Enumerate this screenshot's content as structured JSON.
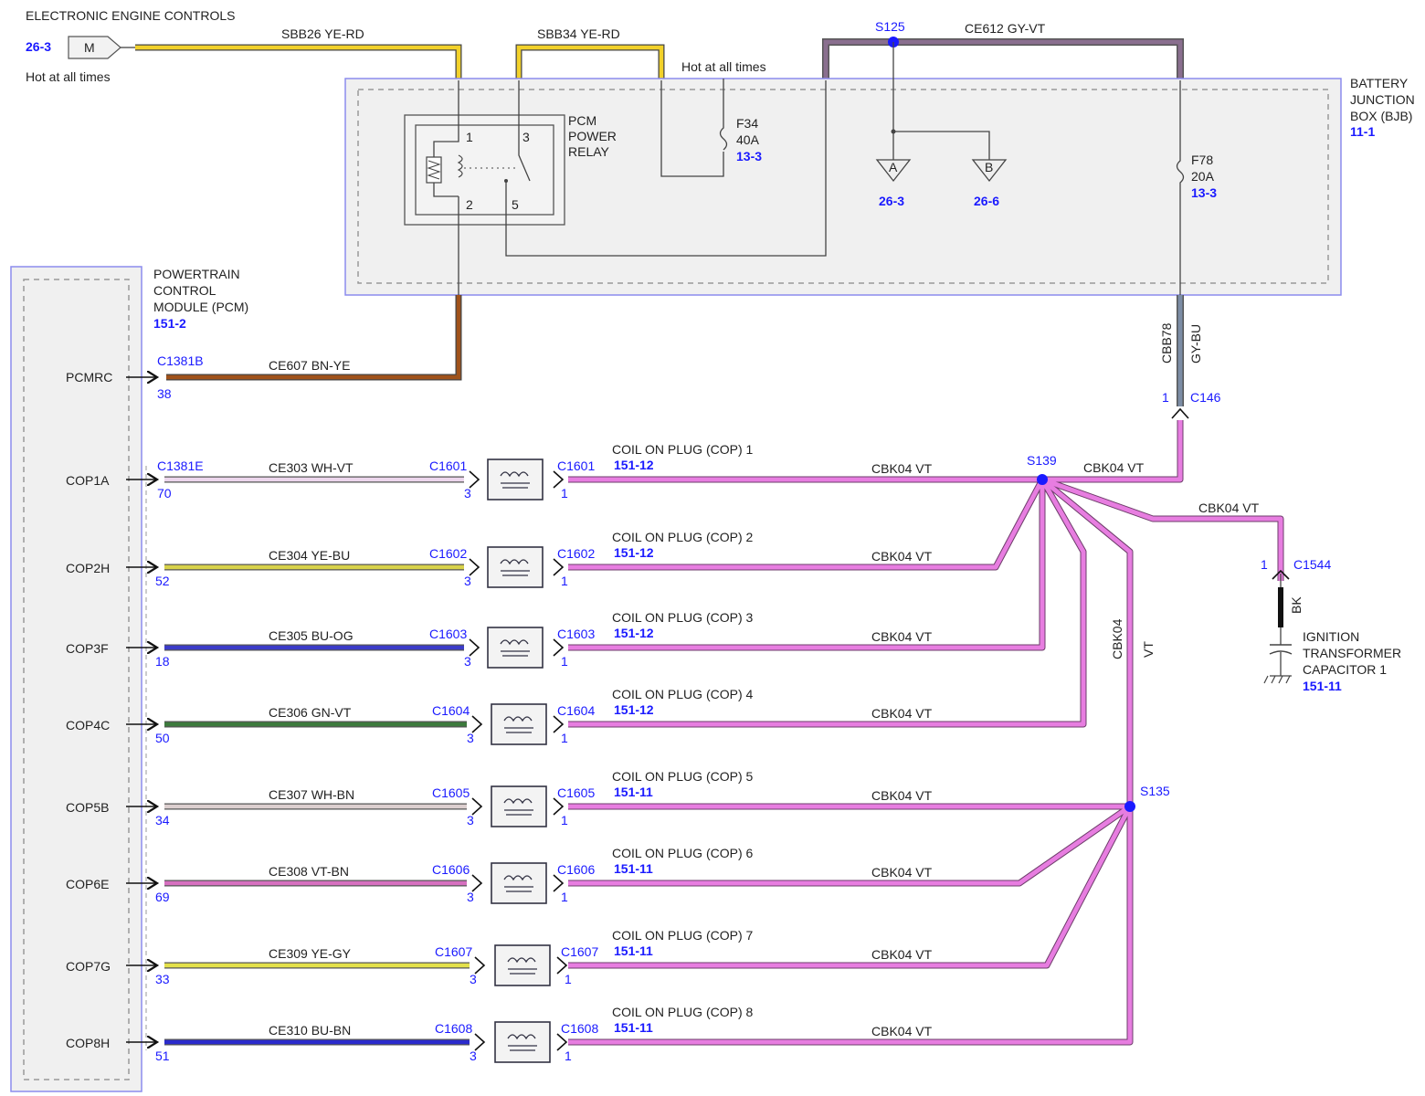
{
  "header": {
    "title": "ELECTRONIC ENGINE CONTROLS",
    "page_ref": "26-3",
    "source_label": "M",
    "hot_note": "Hot at all times"
  },
  "top_wires": {
    "sbb26": "SBB26   YE-RD",
    "sbb34": "SBB34   YE-RD",
    "hot_note": "Hot at all times",
    "splice_s125": "S125",
    "ce612": "CE612   GY-VT"
  },
  "bjb": {
    "title_lines": [
      "BATTERY",
      "JUNCTION",
      "BOX (BJB)"
    ],
    "ref": "11-1",
    "relay_lines": [
      "PCM",
      "POWER",
      "RELAY"
    ],
    "relay_pins": [
      "1",
      "3",
      "2",
      "5"
    ],
    "fuse_f34": [
      "F34",
      "40A"
    ],
    "fuse_f34_ref": "13-3",
    "fuse_f78": [
      "F78",
      "20A"
    ],
    "fuse_f78_ref": "13-3",
    "ground_a": "A",
    "ground_a_ref": "26-3",
    "ground_b": "B",
    "ground_b_ref": "26-6",
    "cbb78_circuit": "CBB78",
    "cbb78_color": "GY-BU",
    "c146_pin": "1",
    "c146": "C146"
  },
  "pcm": {
    "title_lines": [
      "POWERTRAIN",
      "CONTROL",
      "MODULE (PCM)"
    ],
    "ref": "151-2",
    "pcmrc": {
      "label": "PCMRC",
      "connector": "C1381B",
      "pin": "38",
      "wire": "CE607   BN-YE"
    },
    "first_cop_connector": "C1381E"
  },
  "cops": [
    {
      "pin_label": "COP1A",
      "pcm_pin": "70",
      "wire": "CE303   WH-VT",
      "connector": "C1601",
      "title": "COIL ON PLUG (COP) 1",
      "ref": "151-12",
      "out": "CBK04     VT"
    },
    {
      "pin_label": "COP2H",
      "pcm_pin": "52",
      "wire": "CE304   YE-BU",
      "connector": "C1602",
      "title": "COIL ON PLUG (COP) 2",
      "ref": "151-12",
      "out": "CBK04     VT"
    },
    {
      "pin_label": "COP3F",
      "pcm_pin": "18",
      "wire": "CE305   BU-OG",
      "connector": "C1603",
      "title": "COIL ON PLUG (COP) 3",
      "ref": "151-12",
      "out": "CBK04     VT"
    },
    {
      "pin_label": "COP4C",
      "pcm_pin": "50",
      "wire": "CE306   GN-VT",
      "connector": "C1604",
      "title": "COIL ON PLUG (COP) 4",
      "ref": "151-12",
      "out": "CBK04     VT"
    },
    {
      "pin_label": "COP5B",
      "pcm_pin": "34",
      "wire": "CE307   WH-BN",
      "connector": "C1605",
      "title": "COIL ON PLUG (COP) 5",
      "ref": "151-11",
      "out": "CBK04     VT"
    },
    {
      "pin_label": "COP6E",
      "pcm_pin": "69",
      "wire": "CE308   VT-BN",
      "connector": "C1606",
      "title": "COIL ON PLUG (COP) 6",
      "ref": "151-11",
      "out": "CBK04     VT"
    },
    {
      "pin_label": "COP7G",
      "pcm_pin": "33",
      "wire": "CE309   YE-GY",
      "connector": "C1607",
      "title": "COIL ON PLUG (COP) 7",
      "ref": "151-11",
      "out": "CBK04     VT"
    },
    {
      "pin_label": "COP8H",
      "pcm_pin": "51",
      "wire": "CE310   BU-BN",
      "connector": "C1608",
      "title": "COIL ON PLUG (COP) 8",
      "ref": "151-11",
      "out": "CBK04     VT"
    }
  ],
  "cop_pin_a": "3",
  "cop_pin_b": "1",
  "splices": {
    "s139": "S139",
    "s139_out": "CBK04     VT",
    "s135": "S135",
    "vert_circuit": "CBK04",
    "vert_color": "VT",
    "cap_feed": "CBK04     VT"
  },
  "capacitor": {
    "pin": "1",
    "connector": "C1544",
    "wire_color": "BK",
    "title_lines": [
      "IGNITION",
      "TRANSFORMER",
      "CAPACITOR 1"
    ],
    "ref": "151-11"
  },
  "wire_colors": {
    "yellow": "#f2d12a",
    "brown": "#a0521a",
    "violet": "#e77de0",
    "gray_violet": "#8a6f8f",
    "gray_blue": "#7c8da5",
    "box_outline": "#8c8cee",
    "splice_dot": "#1a1aff"
  },
  "cop_wire_colors": [
    "#ecd6ec",
    "#d8d24a",
    "#3b3bc8",
    "#3c7a3c",
    "#dccfcf",
    "#d670bf",
    "#e3e04a",
    "#2b2bcc"
  ]
}
